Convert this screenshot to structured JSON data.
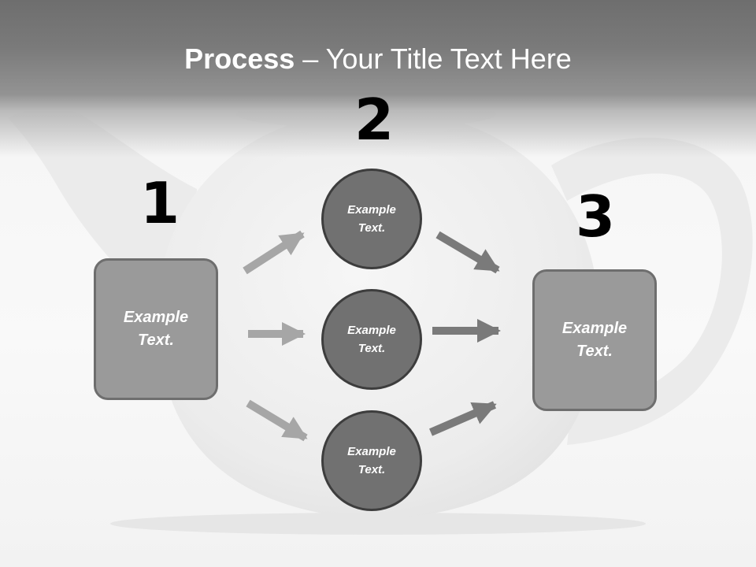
{
  "slide": {
    "title_bold": "Process",
    "title_rest": " – Your Title Text Here"
  },
  "steps": [
    {
      "number": "1",
      "box_text": "Example\nText."
    },
    {
      "number": "2",
      "circles": [
        "Example\nText.",
        "Example\nText.",
        "Example\nText."
      ]
    },
    {
      "number": "3",
      "box_text": "Example\nText."
    }
  ],
  "colors": {
    "title": "#ffffff",
    "box_fill": "#9a9a9a",
    "circle_fill": "#717171",
    "arrow_light": "#a6a6a6",
    "arrow_dark": "#7a7a7a"
  },
  "background_image": "teapot-silhouette"
}
